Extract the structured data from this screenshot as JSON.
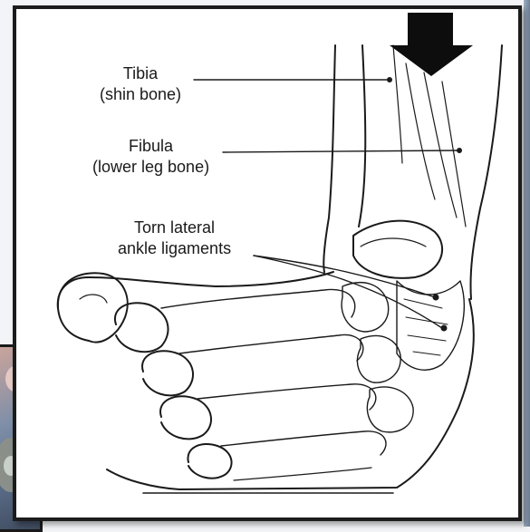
{
  "labels": {
    "tibia": {
      "name": "Tibia",
      "sub": "(shin bone)"
    },
    "fibula": {
      "name": "Fibula",
      "sub": "(lower leg bone)"
    },
    "ligaments": {
      "name": "Torn lateral",
      "sub": "ankle ligaments"
    }
  },
  "icons": {
    "force_arrow": "down-arrow-icon"
  },
  "colors": {
    "ink": "#1a1a1a",
    "paper": "#ffffff",
    "frame": "#1c1c1c"
  }
}
